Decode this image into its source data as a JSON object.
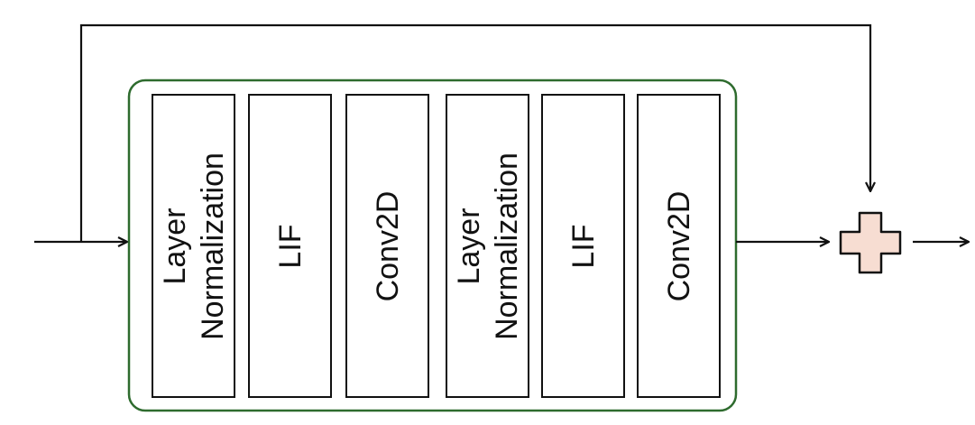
{
  "blocks": [
    {
      "label": "Layer\nNormalization"
    },
    {
      "label": "LIF"
    },
    {
      "label": "Conv2D"
    },
    {
      "label": "Layer\nNormalization"
    },
    {
      "label": "LIF"
    },
    {
      "label": "Conv2D"
    }
  ],
  "colors": {
    "container_border": "#2e6b2e",
    "line": "#111111",
    "plus_fill": "#f7ddd2",
    "plus_stroke": "#111111"
  }
}
